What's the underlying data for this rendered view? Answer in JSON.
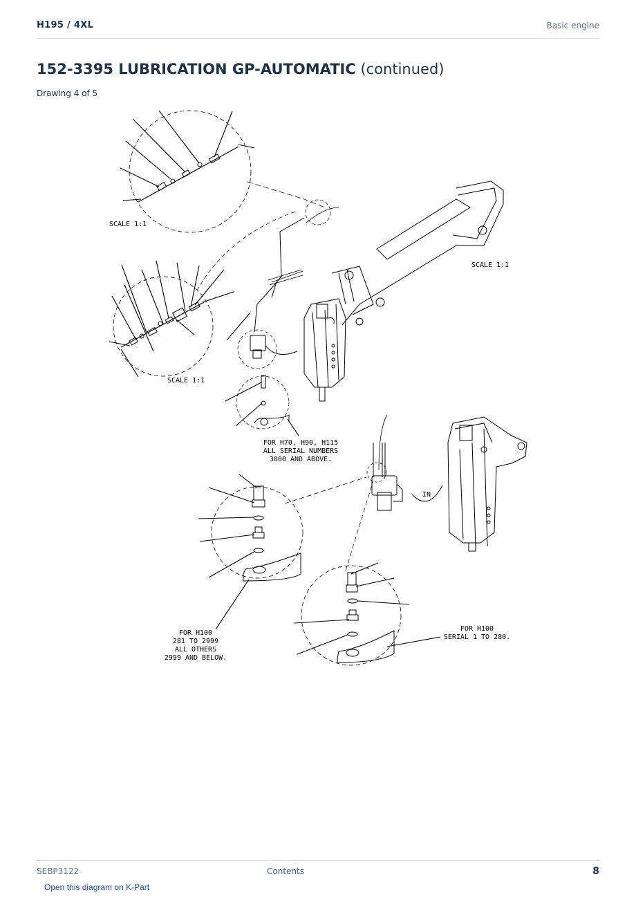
{
  "header": {
    "model": "H195  /  4XL",
    "section": "Basic engine"
  },
  "title": {
    "main": "152-3395 LUBRICATION GP-AUTOMATIC",
    "suffix": "(continued)",
    "drawing": "Drawing 4 of 5"
  },
  "diagram": {
    "scale_label_1": "SCALE 1:1",
    "scale_label_2": "SCALE 1:1",
    "scale_label_3": "SCALE 1:1",
    "note_h70": [
      "FOR H70, H90, H115",
      "ALL SERIAL NUMBERS",
      "3000 AND ABOVE."
    ],
    "note_h100_a": [
      "FOR H100",
      "281 TO 2999",
      "ALL OTHERS",
      "2999 AND BELOW."
    ],
    "note_h100_b": [
      "FOR H100",
      "SERIAL 1 TO 280."
    ],
    "in_label": "IN"
  },
  "footer": {
    "doc_id": "SEBP3122",
    "contents_link": "Contents",
    "page_number": "8",
    "kpart_link": "Open this diagram on K-Part"
  }
}
